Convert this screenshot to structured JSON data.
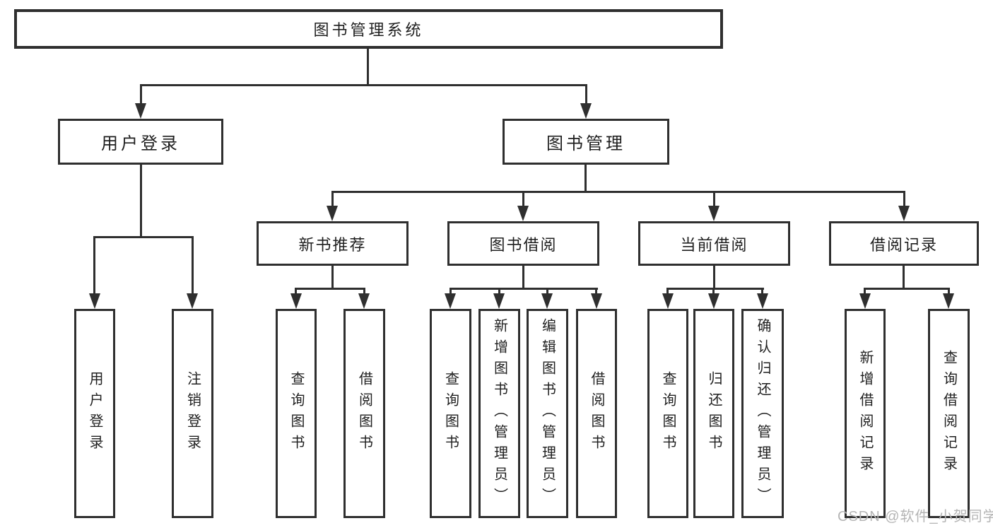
{
  "diagram": {
    "root": {
      "label": "图书管理系统"
    },
    "user_login": {
      "label": "用户登录",
      "children": [
        {
          "label": "用户登录"
        },
        {
          "label": "注销登录"
        }
      ]
    },
    "book_management": {
      "label": "图书管理",
      "sections": [
        {
          "label": "新书推荐",
          "children": [
            {
              "label": "查询图书"
            },
            {
              "label": "借阅图书"
            }
          ]
        },
        {
          "label": "图书借阅",
          "children": [
            {
              "label": "查询图书"
            },
            {
              "label": "新增图书（管理员）"
            },
            {
              "label": "编辑图书（管理员）"
            },
            {
              "label": "借阅图书"
            }
          ]
        },
        {
          "label": "当前借阅",
          "children": [
            {
              "label": "查询图书"
            },
            {
              "label": "归还图书"
            },
            {
              "label": "确认归还（管理员）"
            }
          ]
        },
        {
          "label": "借阅记录",
          "children": [
            {
              "label": "新增借阅记录"
            },
            {
              "label": "查询借阅记录"
            }
          ]
        }
      ]
    }
  },
  "watermark": "CSDN @软件_小贺同学",
  "colors": {
    "line": "#2f2f2f",
    "text": "#1f1f1f",
    "watermark": "#b5b5b5",
    "background": "#ffffff"
  }
}
